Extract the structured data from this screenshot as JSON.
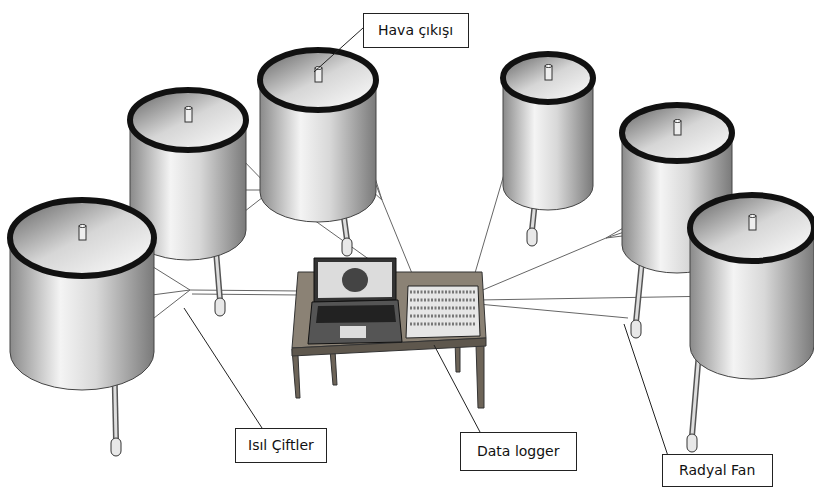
{
  "diagram": {
    "nodes": [
      {
        "text": [
          "Hava çıkışı"
        ]
      },
      {
        "text": [
          "Isıl Çiftler"
        ]
      },
      {
        "text": [
          "Data logger"
        ]
      },
      {
        "text": [
          "Radyal Fan"
        ]
      }
    ]
  }
}
